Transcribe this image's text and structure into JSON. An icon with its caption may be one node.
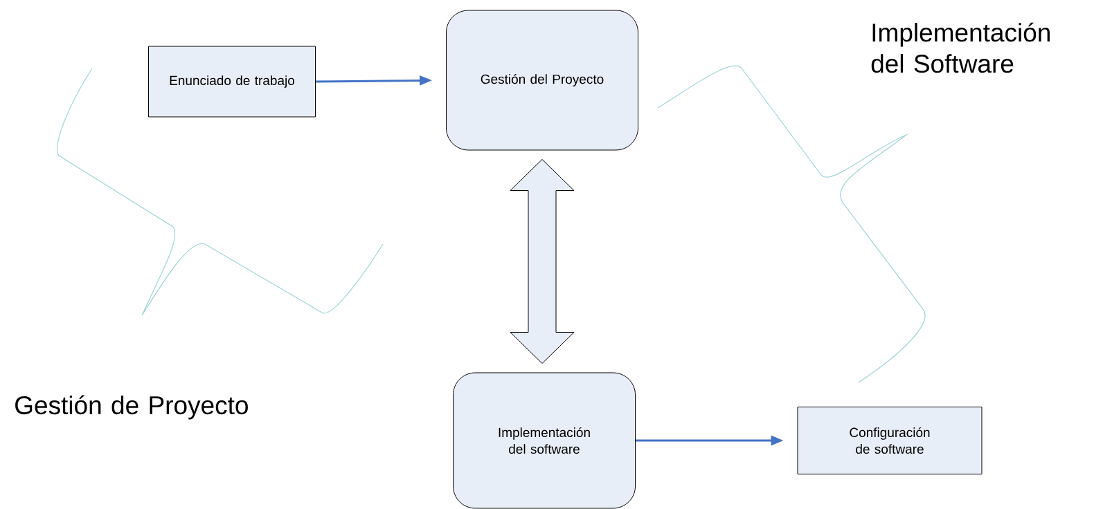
{
  "diagram": {
    "nodes": [
      {
        "text": [
          "Enunciado de trabajo"
        ]
      },
      {
        "text": [
          "Gestión del Proyecto"
        ]
      },
      {
        "text": [
          "Implementación del software"
        ]
      },
      {
        "text": [
          "Configuración de software"
        ]
      }
    ],
    "edges": [
      {
        "from": 0,
        "to": 1,
        "arrow": "to",
        "color": "#4472c4"
      },
      {
        "from": 1,
        "to": 2,
        "arrow": "both",
        "style": "thick"
      },
      {
        "from": 2,
        "to": 3,
        "arrow": "to",
        "color": "#4472c4"
      }
    ],
    "labels": [
      "Implementación del Software",
      "Gestión de Proyecto"
    ]
  }
}
